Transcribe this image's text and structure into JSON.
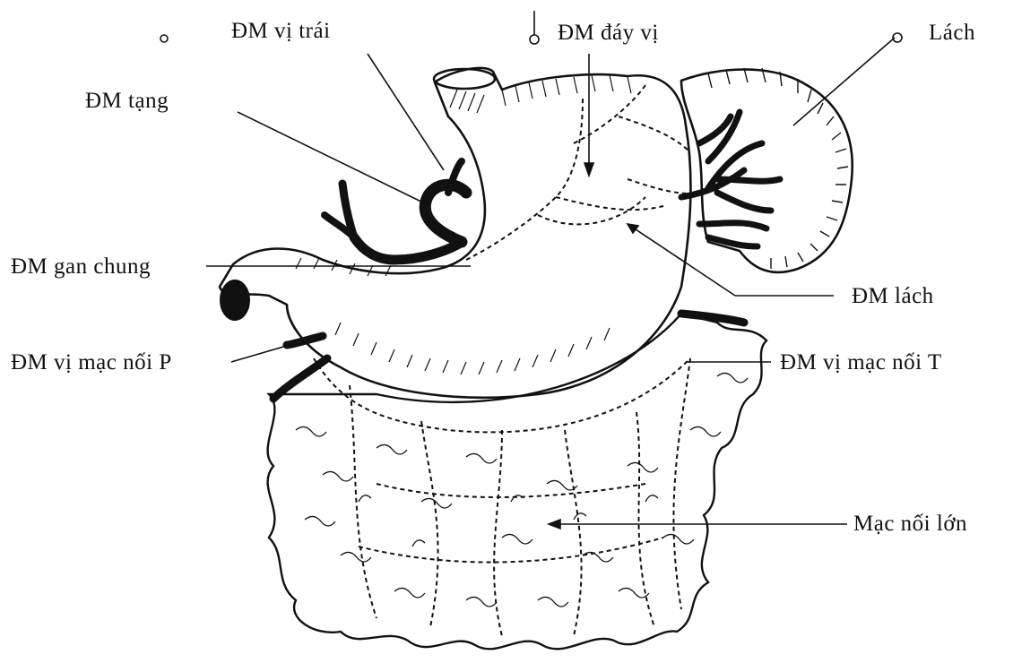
{
  "labels": {
    "vi_trai": "ĐM vị trái",
    "day_vi": "ĐM đáy vị",
    "lach": "Lách",
    "tang": "ĐM tạng",
    "gan_chung": "ĐM gan chung",
    "dm_lach": "ĐM lách",
    "vi_mac_noi_p": "ĐM vị mạc nối P",
    "vi_mac_noi_t": "ĐM vị mạc nối T",
    "mac_noi_lon": "Mạc nối lớn"
  },
  "colors": {
    "ink": "#111111",
    "background": "#ffffff"
  }
}
